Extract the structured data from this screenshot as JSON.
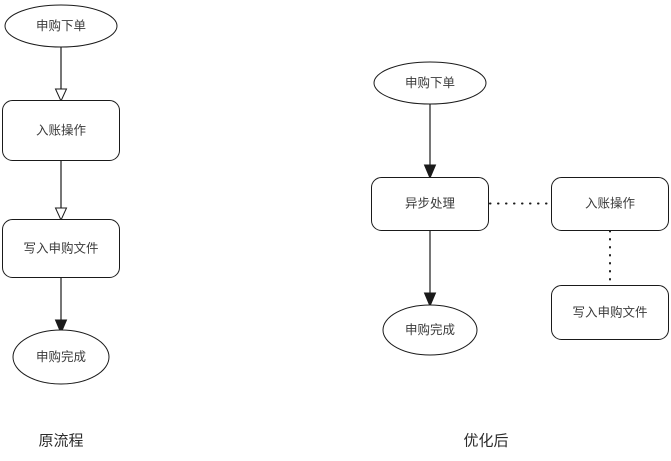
{
  "diagram": {
    "type": "flowchart",
    "background_color": "#ffffff",
    "stroke_color": "#1a1a1a",
    "text_color": "#3a3a3a",
    "caption_color": "#2b2b2b",
    "left_flow": {
      "caption": "原流程",
      "nodes": [
        {
          "id": "l1",
          "label": "申购下单",
          "shape": "ellipse"
        },
        {
          "id": "l2",
          "label": "入账操作",
          "shape": "rounded-rect"
        },
        {
          "id": "l3",
          "label": "写入申购文件",
          "shape": "rounded-rect"
        },
        {
          "id": "l4",
          "label": "申购完成",
          "shape": "ellipse"
        }
      ],
      "edges": [
        {
          "from": "l1",
          "to": "l2",
          "style": "solid",
          "arrow": "open"
        },
        {
          "from": "l2",
          "to": "l3",
          "style": "solid",
          "arrow": "open"
        },
        {
          "from": "l3",
          "to": "l4",
          "style": "solid",
          "arrow": "filled"
        }
      ]
    },
    "right_flow": {
      "caption": "优化后",
      "nodes": [
        {
          "id": "r1",
          "label": "申购下单",
          "shape": "ellipse"
        },
        {
          "id": "r2",
          "label": "异步处理",
          "shape": "rounded-rect"
        },
        {
          "id": "r3",
          "label": "申购完成",
          "shape": "ellipse"
        },
        {
          "id": "r4",
          "label": "入账操作",
          "shape": "rounded-rect"
        },
        {
          "id": "r5",
          "label": "写入申购文件",
          "shape": "rounded-rect"
        }
      ],
      "edges": [
        {
          "from": "r1",
          "to": "r2",
          "style": "solid",
          "arrow": "filled"
        },
        {
          "from": "r2",
          "to": "r3",
          "style": "solid",
          "arrow": "filled"
        },
        {
          "from": "r2",
          "to": "r4",
          "style": "dotted",
          "arrow": "none"
        },
        {
          "from": "r4",
          "to": "r5",
          "style": "dotted",
          "arrow": "none"
        }
      ]
    }
  }
}
